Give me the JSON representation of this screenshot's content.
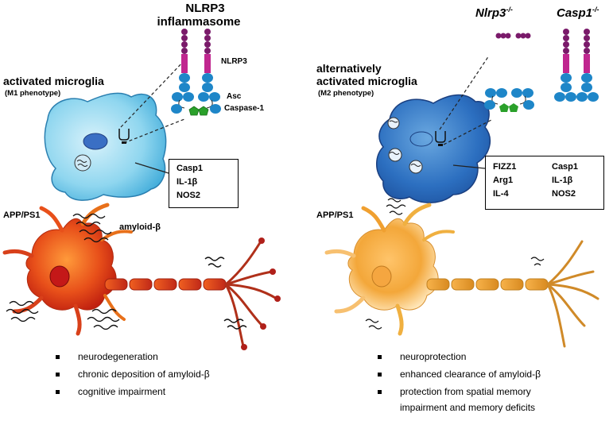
{
  "left": {
    "title_line1": "NLRP3",
    "title_line2": "inflammasome",
    "cell_label": "activated microglia",
    "cell_sub": "(M1 phenotype)",
    "nlrp3_label": "NLRP3",
    "asc_label": "Asc",
    "casp_label": "Caspase-1",
    "markers": [
      "Casp1",
      "IL-1β",
      "NOS2"
    ],
    "markers_direction": "up",
    "app_label": "APP/PS1",
    "amyloid_label": "amyloid-β",
    "outcomes": [
      "neurodegeneration",
      "chronic deposition of amyloid-β",
      "cognitive impairment"
    ]
  },
  "right": {
    "geno1": "Nlrp3",
    "geno1_sup": "-/-",
    "geno2": "Casp1",
    "geno2_sup": "-/-",
    "cell_label_line1": "alternatively",
    "cell_label_line2": "activated microglia",
    "cell_sub": "(M2 phenotype)",
    "markers_up": [
      "FIZZ1",
      "Arg1",
      "IL-4"
    ],
    "markers_down": [
      "Casp1",
      "IL-1β",
      "NOS2"
    ],
    "app_label": "APP/PS1",
    "outcomes": [
      "neuroprotection",
      "enhanced clearance of amyloid-β",
      "protection from spatial memory"
    ],
    "outcome_cont": "impairment and memory deficits"
  },
  "colors": {
    "nlrp3": "#c0268f",
    "nlrp3_bead": "#7a1a6a",
    "asc": "#1e86c8",
    "casp": "#2aa02a",
    "m1_cell": "#7fd0ec",
    "m2_cell": "#2a6fc0",
    "m1_neuron": "#e0401a",
    "m2_neuron": "#f0a030"
  }
}
